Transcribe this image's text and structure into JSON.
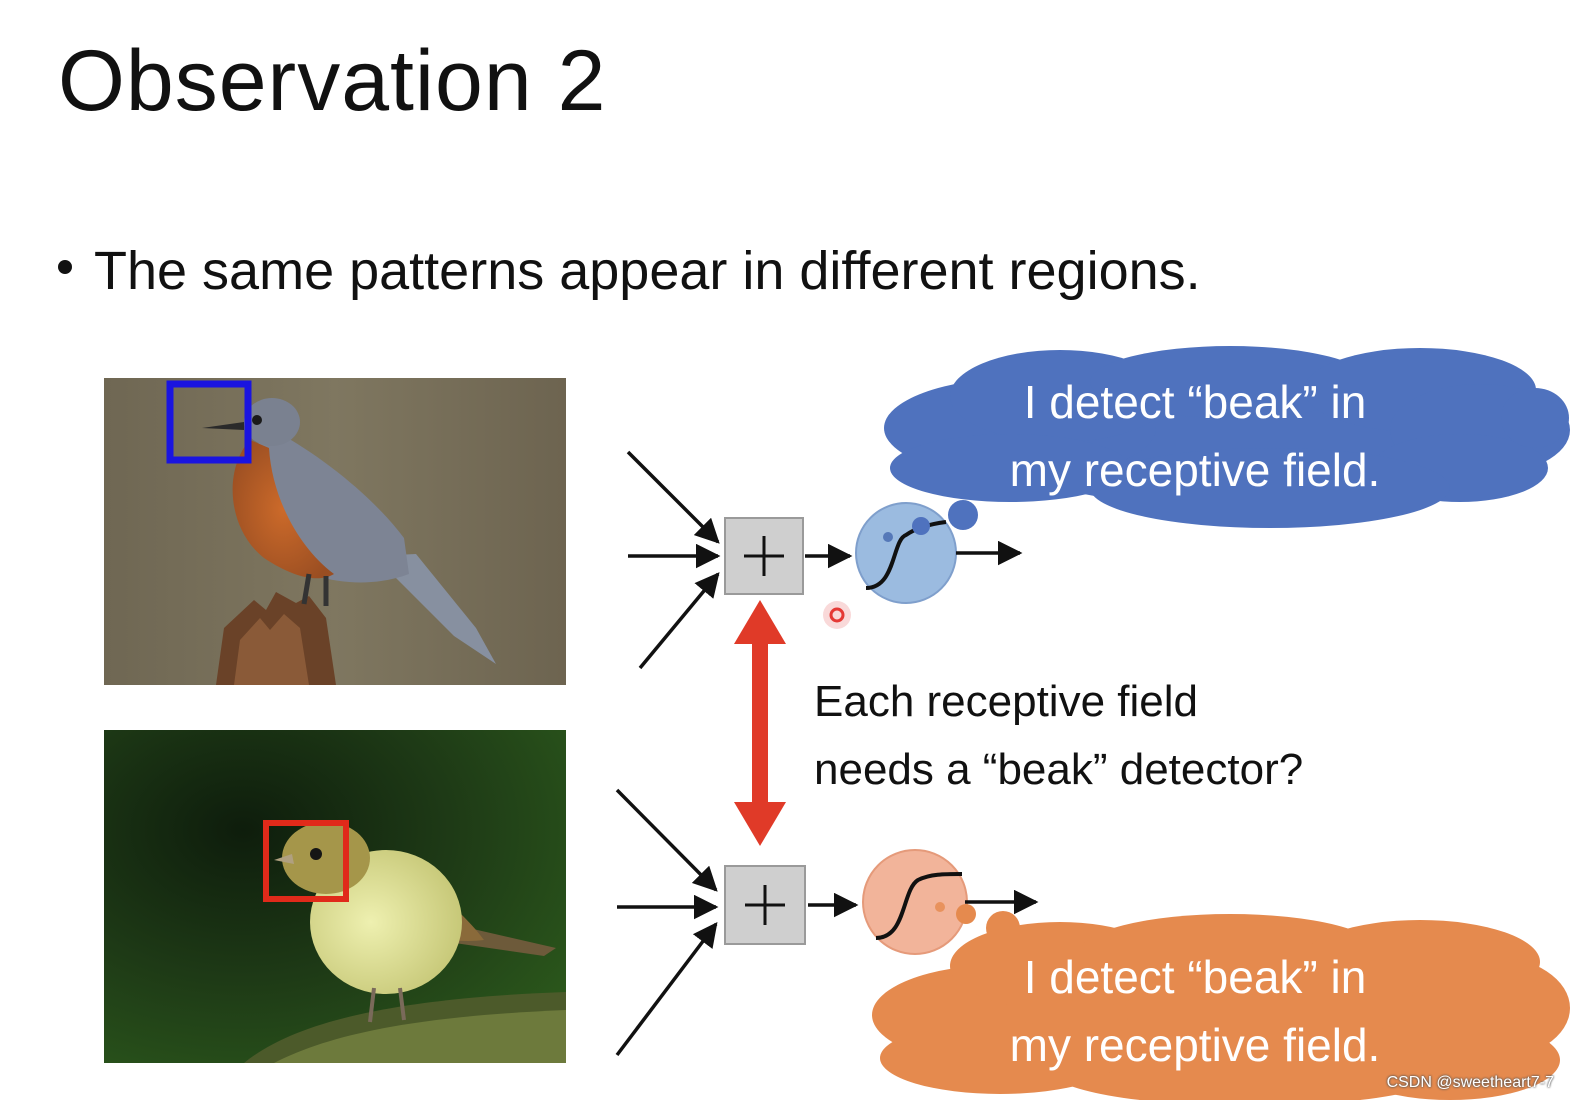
{
  "slide": {
    "title": "Observation 2",
    "bullet": "The same patterns appear in different regions.",
    "question_line1": "Each receptive field",
    "question_line2": "needs a “beak” detector?",
    "watermark": "CSDN @sweetheart7-7"
  },
  "neurons": [
    {
      "sum_symbol": "+",
      "cloud_line1": "I detect “beak” in",
      "cloud_line2": "my receptive field.",
      "cloud_color": "#4f72be",
      "activation_color": "#9bbbe0",
      "box_color": "#5b5bd9"
    },
    {
      "sum_symbol": "+",
      "cloud_line1": "I detect “beak” in",
      "cloud_line2": "my receptive field.",
      "cloud_color": "#e58a4e",
      "activation_color": "#f2b49a",
      "box_color": "#e03020"
    }
  ],
  "colors": {
    "arrow_double": "#e03a28",
    "sum_box": "#cfcfcf",
    "pointer": "#e53935"
  },
  "icons": [
    "plus-icon",
    "sigmoid-icon",
    "double-arrow-icon"
  ]
}
